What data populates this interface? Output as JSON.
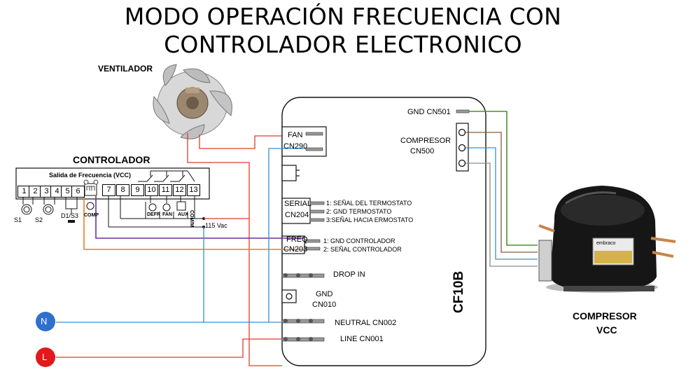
{
  "title": {
    "line1": "MODO OPERACIÓN FRECUENCIA CON",
    "line2": "CONTROLADOR ELECTRONICO"
  },
  "ventilador": {
    "label": "VENTILADOR"
  },
  "controlador": {
    "label": "CONTROLADOR",
    "panel_title": "Salida de Frecuencia (VCC)",
    "terminals": [
      "1",
      "2",
      "3",
      "4",
      "5",
      "6",
      "7",
      "8",
      "9",
      "10",
      "11",
      "12",
      "13"
    ],
    "comp_label": "COMP",
    "defr_label": "DEFR",
    "fan_label": "FAN",
    "aux_label": "AUX",
    "comm_label": "COM/M",
    "s1": "S1",
    "s2": "S2",
    "d1s3": "D1/S3",
    "vac": "115 Vac"
  },
  "board": {
    "model": "CF10B",
    "fan": "FAN",
    "fan_cn": "CN290",
    "gnd_cn501": "GND CN501",
    "compresor": "COMPRESOR",
    "compresor_cn": "CN500",
    "serial": "SERIAL",
    "serial_cn": "CN204",
    "serial_pins": [
      "1: SEÑAL DEL  TERMOSTATO",
      "2: GND TERMOSTATO",
      "3:SEÑAL HACIA ERMOSTATO"
    ],
    "freq": "FREQ",
    "freq_cn": "CN203",
    "freq_pins": [
      "1: GND CONTROLADOR",
      "2: SEÑAL CONTROLADOR"
    ],
    "drop_in": "DROP IN",
    "gnd": "GND",
    "gnd_cn": "CN010",
    "neutral": "NEUTRAL CN002",
    "line": "LINE CN001"
  },
  "compressor_unit": {
    "line1": "COMPRESOR",
    "line2": "VCC",
    "brand": "embraco"
  },
  "supply": {
    "n": "N",
    "l": "L"
  },
  "colors": {
    "red": "#e03b2a",
    "blue": "#3a8fd0",
    "orange": "#ef7d22",
    "purple": "#6b2fa3",
    "green": "#4f8f2a",
    "brown": "#8a5a3a",
    "gray": "#8a8a8a",
    "n_circle": "#2f6fcf",
    "l_circle": "#e3191c"
  }
}
